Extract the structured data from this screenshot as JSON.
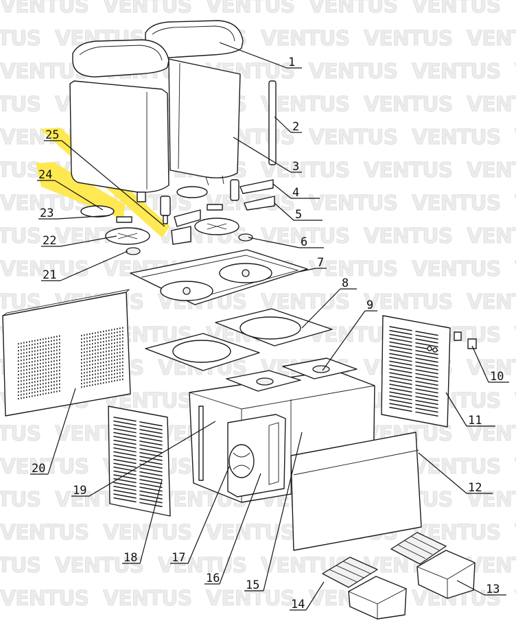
{
  "watermark": "VENTUS",
  "labels": [
    "1",
    "2",
    "3",
    "4",
    "5",
    "6",
    "7",
    "8",
    "9",
    "10",
    "11",
    "12",
    "13",
    "14",
    "15",
    "16",
    "17",
    "18",
    "19",
    "20",
    "21",
    "22",
    "23",
    "24",
    "25"
  ],
  "highlight_color": "#ffe84a",
  "highlighted_parts": [
    "24",
    "25"
  ]
}
